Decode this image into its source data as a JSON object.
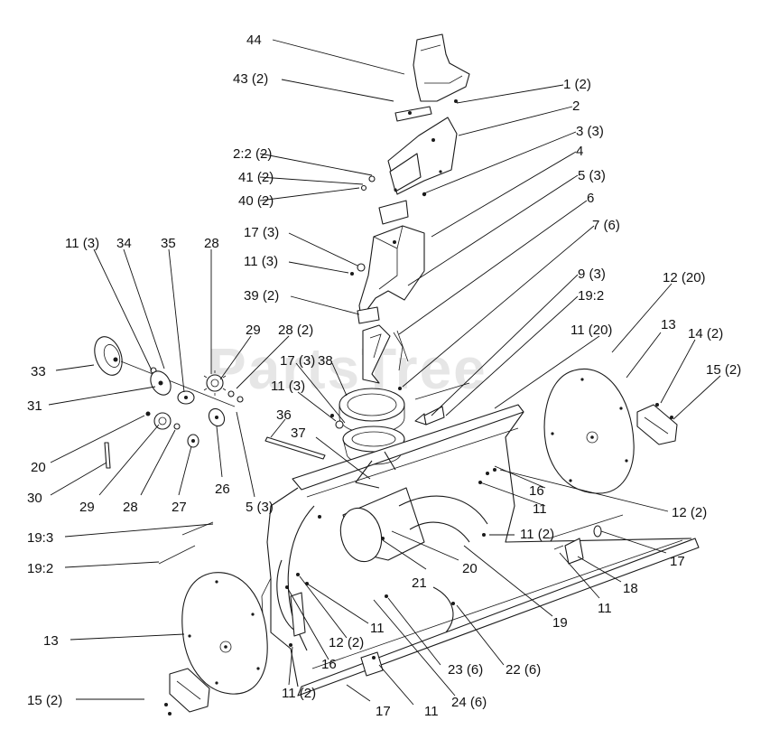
{
  "watermark": "PartsTree",
  "callouts": [
    {
      "id": "c44",
      "text": "44"
    },
    {
      "id": "c43",
      "text": "43 (2)"
    },
    {
      "id": "c1",
      "text": "1 (2)"
    },
    {
      "id": "c2",
      "text": "2"
    },
    {
      "id": "c3",
      "text": "3 (3)"
    },
    {
      "id": "c22a",
      "text": "2:2 (2)"
    },
    {
      "id": "c4",
      "text": "4"
    },
    {
      "id": "c41",
      "text": "41 (2)"
    },
    {
      "id": "c5a",
      "text": "5 (3)"
    },
    {
      "id": "c40",
      "text": "40 (2)"
    },
    {
      "id": "c6",
      "text": "6"
    },
    {
      "id": "c7",
      "text": "7 (6)"
    },
    {
      "id": "c17a",
      "text": "17 (3)"
    },
    {
      "id": "c11a",
      "text": "11 (3)"
    },
    {
      "id": "c11b",
      "text": "11 (3)"
    },
    {
      "id": "c34",
      "text": "34"
    },
    {
      "id": "c35",
      "text": "35"
    },
    {
      "id": "c28a",
      "text": "28"
    },
    {
      "id": "c9",
      "text": "9 (3)"
    },
    {
      "id": "c12a",
      "text": "12 (20)"
    },
    {
      "id": "c192a",
      "text": "19:2"
    },
    {
      "id": "c39",
      "text": "39 (2)"
    },
    {
      "id": "c11c",
      "text": "11 (20)"
    },
    {
      "id": "c13a",
      "text": "13"
    },
    {
      "id": "c14",
      "text": "14 (2)"
    },
    {
      "id": "c29a",
      "text": "29"
    },
    {
      "id": "c28b",
      "text": "28 (2)"
    },
    {
      "id": "c15a",
      "text": "15 (2)"
    },
    {
      "id": "c33",
      "text": "33"
    },
    {
      "id": "c17b",
      "text": "17 (3)"
    },
    {
      "id": "c38",
      "text": "38"
    },
    {
      "id": "c11d",
      "text": "11 (3)"
    },
    {
      "id": "c31",
      "text": "31"
    },
    {
      "id": "c36",
      "text": "36"
    },
    {
      "id": "c37",
      "text": "37"
    },
    {
      "id": "c20a",
      "text": "20"
    },
    {
      "id": "c16a",
      "text": "16"
    },
    {
      "id": "c11e",
      "text": "11"
    },
    {
      "id": "c12b",
      "text": "12 (2)"
    },
    {
      "id": "c30",
      "text": "30"
    },
    {
      "id": "c29b",
      "text": "29"
    },
    {
      "id": "c28c",
      "text": "28"
    },
    {
      "id": "c27",
      "text": "27"
    },
    {
      "id": "c26",
      "text": "26"
    },
    {
      "id": "c5b",
      "text": "5 (3)"
    },
    {
      "id": "c193",
      "text": "19:3"
    },
    {
      "id": "c11f",
      "text": "11 (2)"
    },
    {
      "id": "c17c",
      "text": "17"
    },
    {
      "id": "c192b",
      "text": "19:2"
    },
    {
      "id": "c21",
      "text": "21"
    },
    {
      "id": "c20b",
      "text": "20"
    },
    {
      "id": "c18",
      "text": "18"
    },
    {
      "id": "c11g",
      "text": "11"
    },
    {
      "id": "c19",
      "text": "19"
    },
    {
      "id": "c11h",
      "text": "11"
    },
    {
      "id": "c12c",
      "text": "12 (2)"
    },
    {
      "id": "c13b",
      "text": "13"
    },
    {
      "id": "c16b",
      "text": "16"
    },
    {
      "id": "c23",
      "text": "23 (6)"
    },
    {
      "id": "c22",
      "text": "22 (6)"
    },
    {
      "id": "c11i",
      "text": "11 (2)"
    },
    {
      "id": "c15b",
      "text": "15 (2)"
    },
    {
      "id": "c17d",
      "text": "17"
    },
    {
      "id": "c11j",
      "text": "11"
    },
    {
      "id": "c24",
      "text": "24 (6)"
    }
  ]
}
